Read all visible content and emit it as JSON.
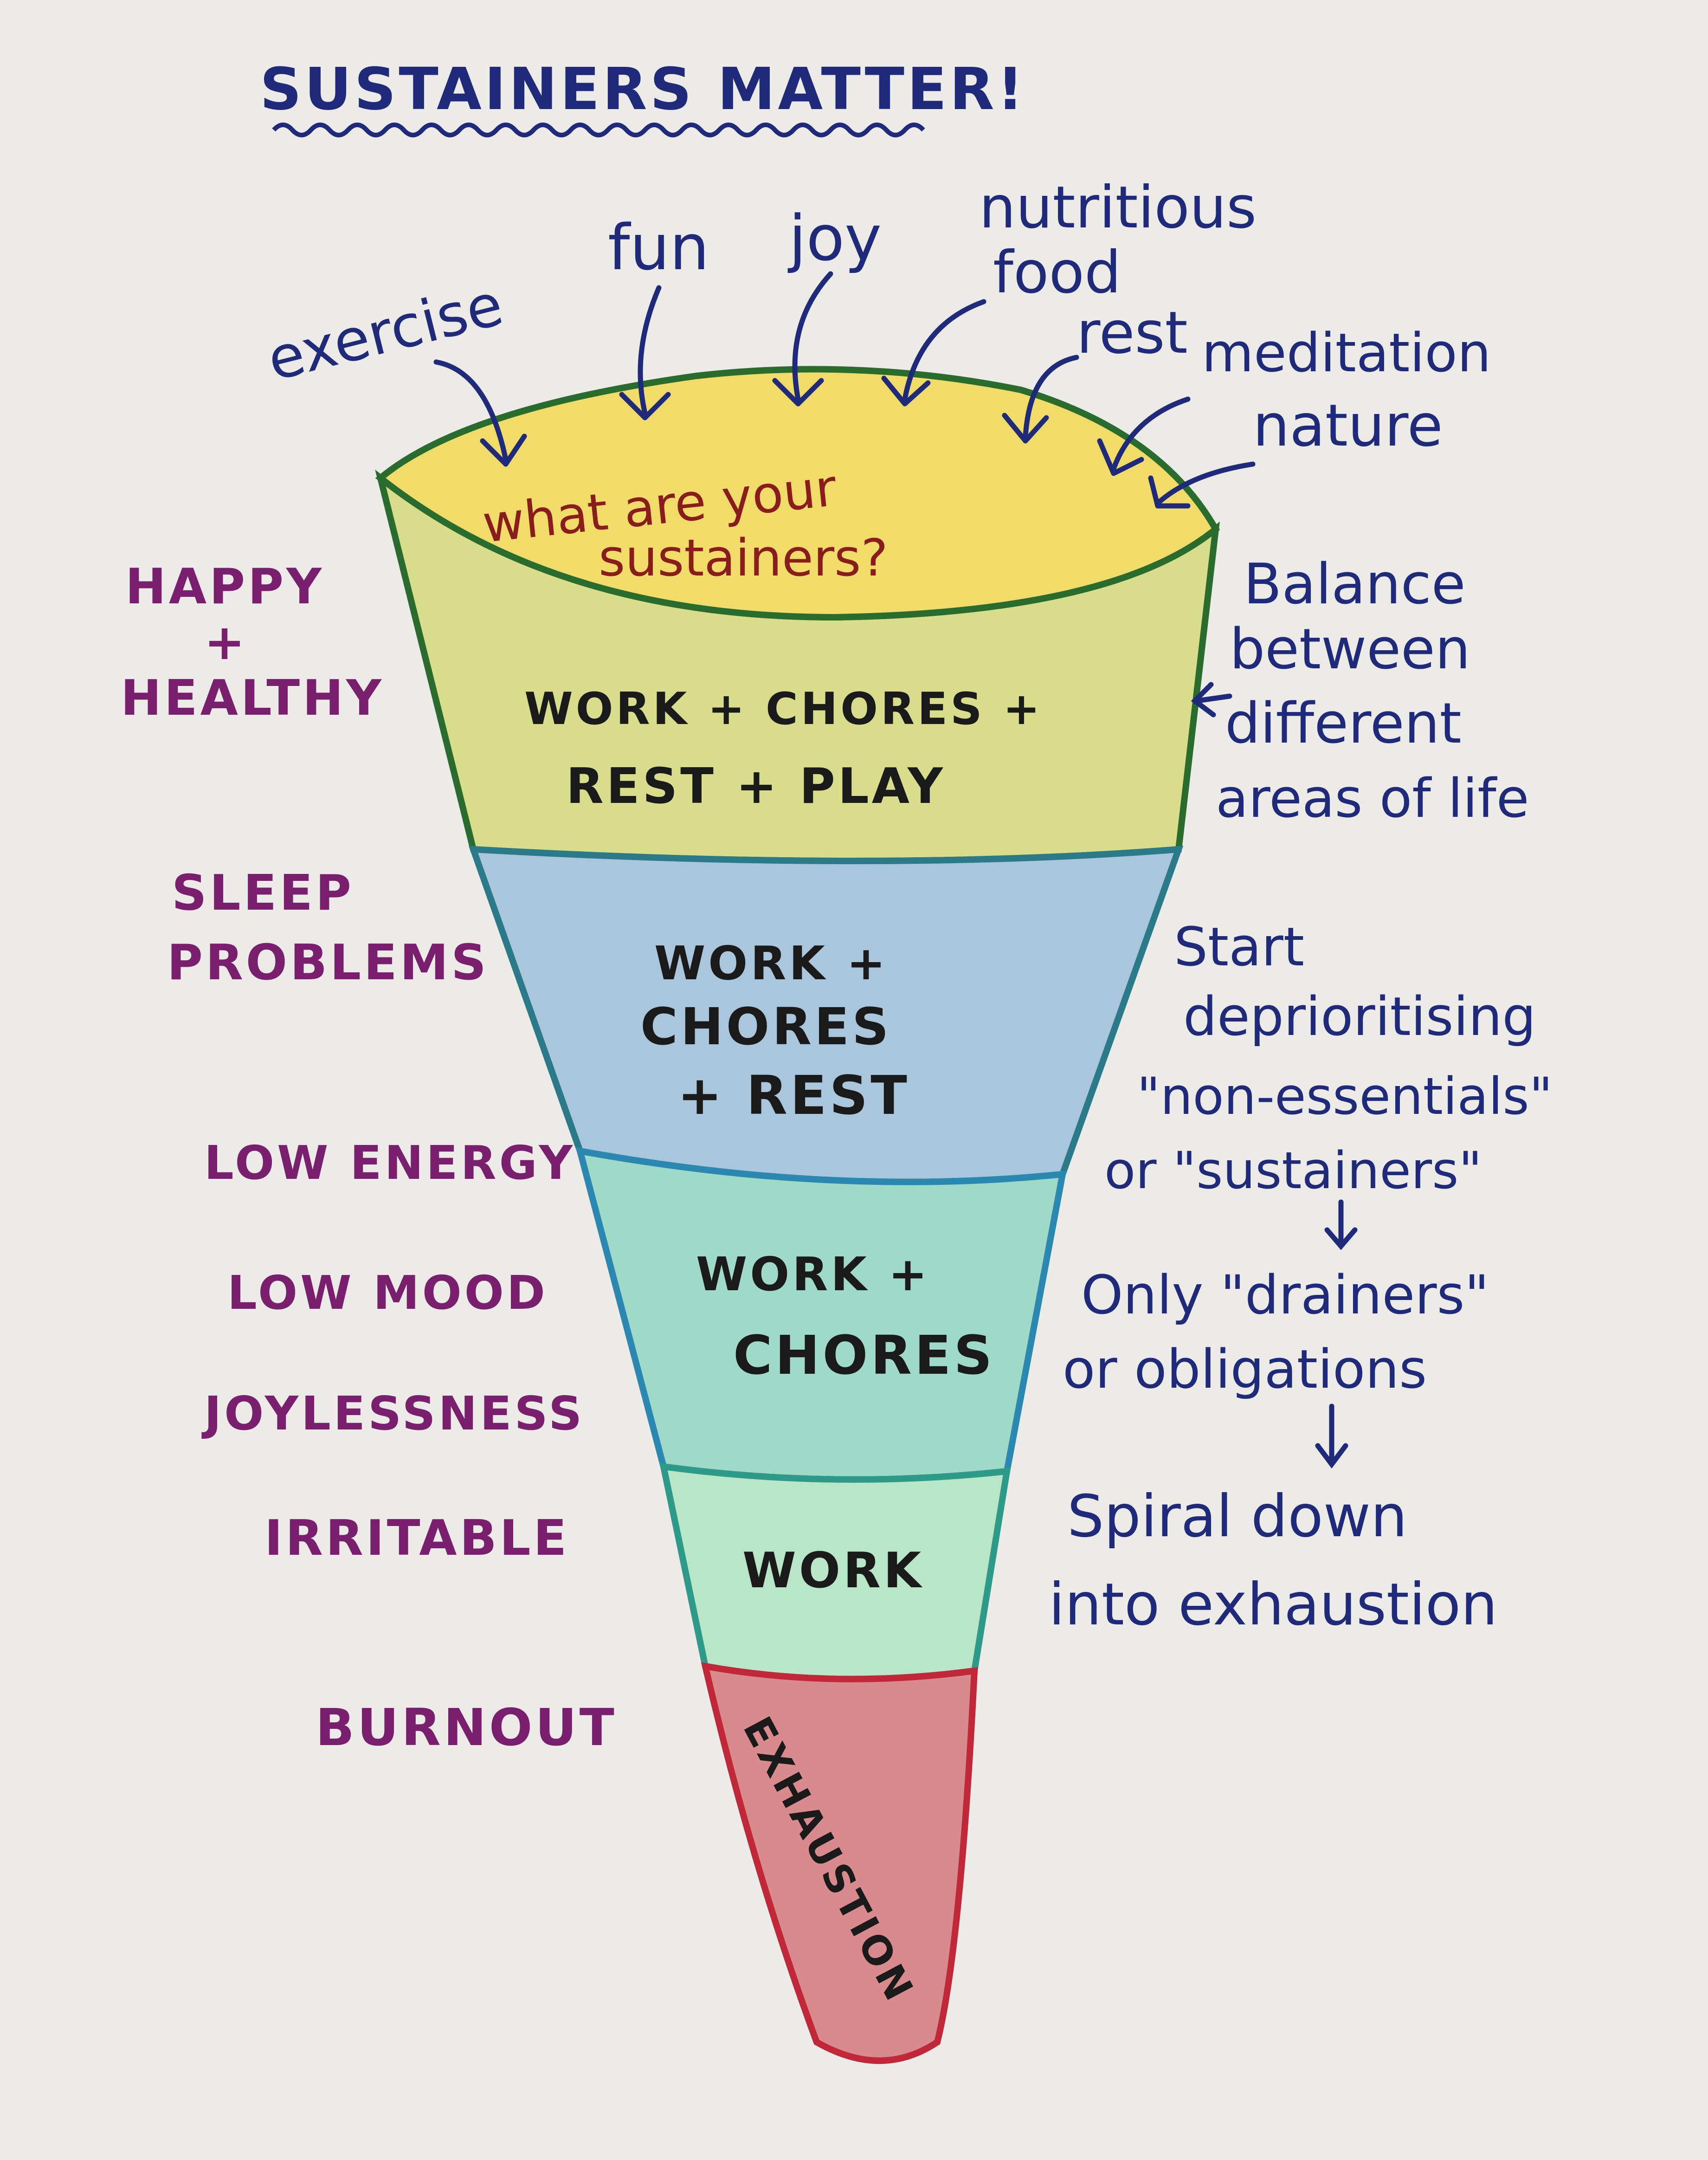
{
  "title": "SUSTAINERS MATTER!",
  "sustainers": [
    "exercise",
    "fun",
    "joy",
    "nutritious",
    "food",
    "rest",
    "meditation",
    "nature"
  ],
  "funnel": {
    "top_question": [
      "what are your",
      "sustainers?"
    ],
    "layers": [
      {
        "lines": [
          "WORK + CHORES +",
          "REST + PLAY"
        ]
      },
      {
        "lines": [
          "WORK +",
          "CHORES",
          "+ REST"
        ]
      },
      {
        "lines": [
          "WORK +",
          "CHORES"
        ]
      },
      {
        "lines": [
          "WORK"
        ]
      },
      {
        "lines": [
          "EXHAUSTION"
        ]
      }
    ]
  },
  "left_states": {
    "happy": [
      "HAPPY",
      "+",
      "HEALTHY"
    ],
    "sleep": [
      "SLEEP",
      "PROBLEMS"
    ],
    "low_energy": "LOW ENERGY",
    "low_mood": "LOW MOOD",
    "joylessness": "JOYLESSNESS",
    "irritable": "IRRITABLE",
    "burnout": "BURNOUT"
  },
  "right_notes": {
    "balance": [
      "Balance",
      "between",
      "different",
      "areas of life"
    ],
    "deprioritise": [
      "Start",
      "deprioritising",
      "\"non-essentials\"",
      "or \"sustainers\""
    ],
    "drainers": [
      "Only \"drainers\"",
      "or obligations"
    ],
    "spiral": [
      "Spiral down",
      "into exhaustion"
    ]
  },
  "colors": {
    "ink_blue": "#1f2a7a",
    "ink_purple": "#7a1f6e",
    "ink_black": "#1a1a1a",
    "ink_red": "#8a1c1c",
    "yellow": "#f1dc6a",
    "lime": "#d7dd8a",
    "blue": "#a9c6dc",
    "teal": "#9fd9c7",
    "green": "#b8e6c6",
    "red": "#d88a8c"
  }
}
